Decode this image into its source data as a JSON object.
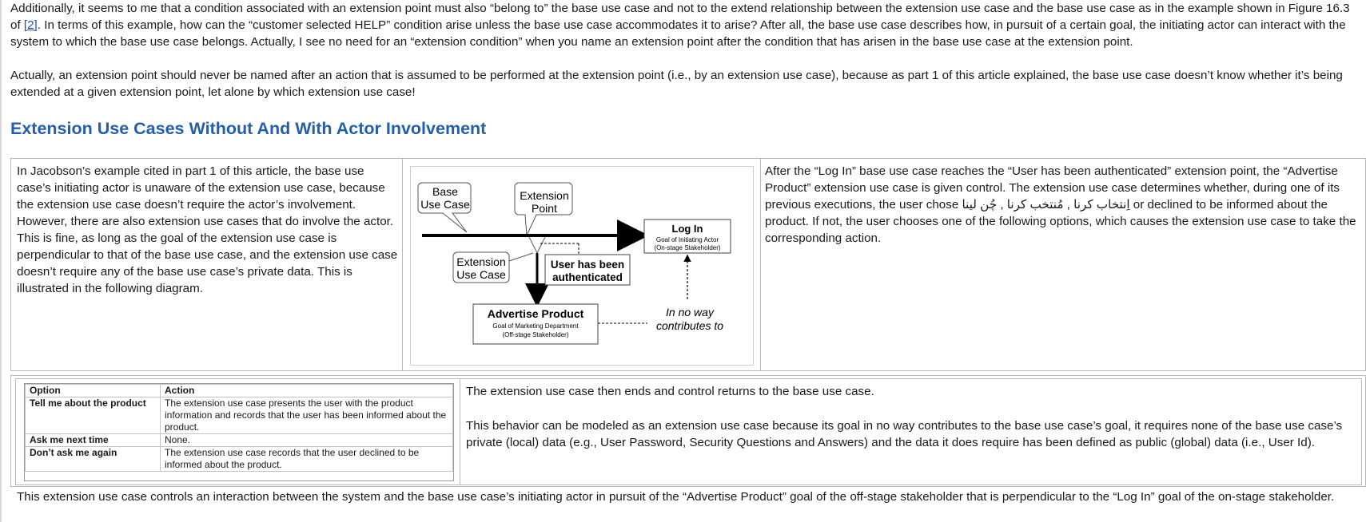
{
  "para1": {
    "before_link": "Additionally, it seems to me that a condition associated with an extension point must also “belong to” the base use case and not to the extend relationship between the extension use case and the base use case as in the example shown in Figure 16.3 of ",
    "link": "[2]",
    "after_link": ". In terms of this example, how can the “customer selected HELP” condition arise unless the base use case accommodates it to arise? After all, the base use case describes how, in pursuit of a certain goal, the initiating actor can interact with the system to which the base use case belongs. Actually, I see no need for an “extension condition” when you name an extension point after the condition that has arisen in the base use case at the extension point."
  },
  "para2": "Actually, an extension point should never be named after an action that is assumed to be performed at the extension point (i.e., by an extension use case), because as part 1 of this article explained, the base use case doesn’t know whether it’s being extended at a given extension point, let alone by which extension use case!",
  "heading": "Extension Use Cases Without And With Actor Involvement",
  "cell_left": "In Jacobson’s example cited in part 1 of this article, the base use case’s initiating actor is unaware of the extension use case, because the extension use case doesn’t require the actor’s involvement. However, there are also extension use cases that do involve the actor. This is fine, as long as the goal of the extension use case is perpendicular to that of the base use case, and the extension use case doesn’t require any of the base use case’s private data. This is illustrated in the following diagram.",
  "diagram": {
    "base_use_case": [
      "Base",
      "Use Case"
    ],
    "extension_point": [
      "Extension",
      "Point"
    ],
    "extension_use_case": [
      "Extension",
      "Use Case"
    ],
    "user_authenticated": [
      "User has been",
      "authenticated"
    ],
    "login_title": "Log In",
    "login_sub1": "Goal of Initiating Actor",
    "login_sub2": "(On-stage Stakeholder)",
    "advertise_title": "Advertise Product",
    "advertise_sub1": "Goal of Marketing Department",
    "advertise_sub2": "(Off-stage Stakeholder)",
    "no_way": [
      "In no way",
      "contributes to"
    ]
  },
  "cell_right": {
    "before": "After the “Log In” base use case reaches the “User has been authenticated” extension point, the “Advertise Product” extension use case is given control. The extension use case determines whether, during one of its previous executions, the user chose ",
    "arabic": "اِنتخاب کرنا , مُنتخب کرنا , چُن لینا",
    "after": " or declined to be informed about the product. If not, the user chooses one of the following options, which causes the extension use case to take the corresponding action."
  },
  "options_table": {
    "headers": [
      "Option",
      "Action"
    ],
    "rows": [
      [
        "Tell me about the product",
        "The extension use case presents the user with the product information and records that the user has been informed about the product."
      ],
      [
        "Ask me next time",
        "None."
      ],
      [
        "Don’t ask me again",
        "The extension use case records that the user declined to be informed about the product."
      ]
    ]
  },
  "right_text1": "The extension use case then ends and control returns to the base use case.",
  "right_text2": "This behavior can be modeled as an extension use case because its goal in no way contributes to the base use case’s goal, it requires none of the base use case’s private (local) data (e.g., User Password, Security Questions and Answers) and the data it does require has been defined as public (global) data (i.e., User Id).",
  "bottom_text": "This extension use case controls an interaction between the system and the base use case’s initiating actor in pursuit of the “Advertise Product” goal of the off-stage stakeholder that is perpendicular to the “Log In” goal of the on-stage stakeholder."
}
